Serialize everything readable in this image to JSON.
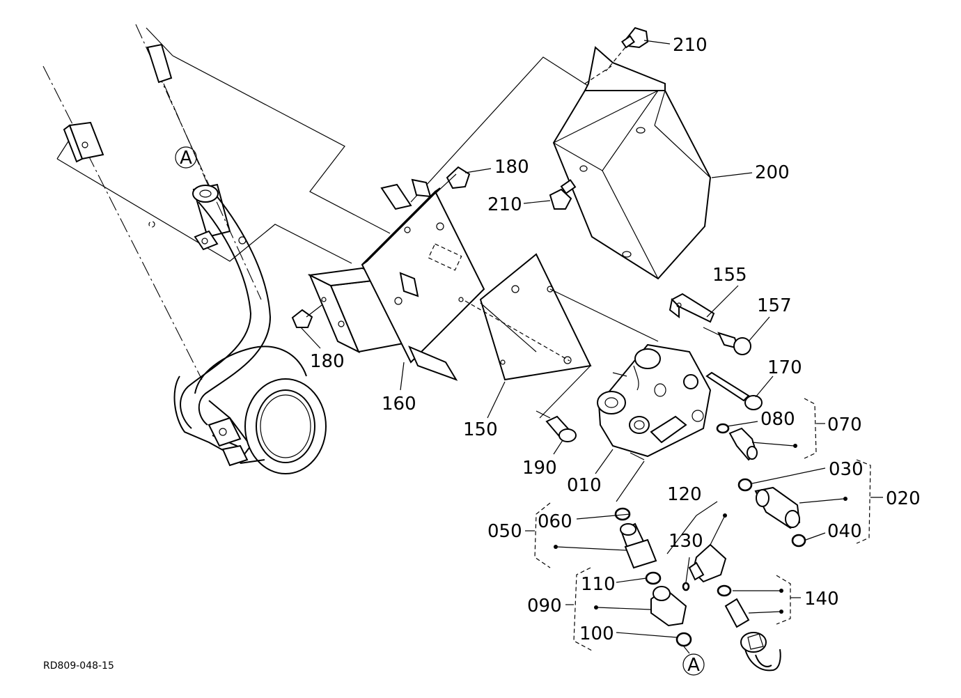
{
  "drawing_code": "RD809-048-15",
  "callouts": {
    "ref_a_top": "A",
    "ref_a_bottom": "A",
    "p010": "010",
    "p020": "020",
    "p030": "030",
    "p040": "040",
    "p050": "050",
    "p060": "060",
    "p070": "070",
    "p080": "080",
    "p090": "090",
    "p100": "100",
    "p110": "110",
    "p120": "120",
    "p130": "130",
    "p140": "140",
    "p150": "150",
    "p155": "155",
    "p157": "157",
    "p160": "160",
    "p170": "170",
    "p180_top": "180",
    "p180_bottom": "180",
    "p190": "190",
    "p200": "200",
    "p210_top": "210",
    "p210_mid": "210"
  }
}
